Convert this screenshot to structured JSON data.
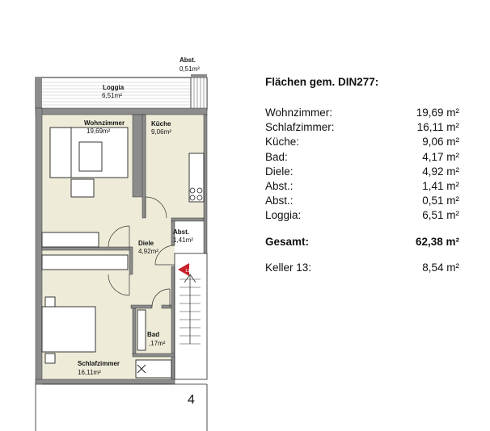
{
  "plan": {
    "rooms": [
      {
        "id": "abst-top",
        "name": "Abst.",
        "area": "0,51m²"
      },
      {
        "id": "loggia",
        "name": "Loggia",
        "area": "6,51m²"
      },
      {
        "id": "wohnzimmer",
        "name": "Wohnzimmer",
        "area": "19,69m²"
      },
      {
        "id": "kueche",
        "name": "Küche",
        "area": "9,06m²"
      },
      {
        "id": "abst-mid",
        "name": "Abst.",
        "area": "1,41m²"
      },
      {
        "id": "diele",
        "name": "Diele",
        "area": "4,92m²"
      },
      {
        "id": "bad",
        "name": "Bad",
        "area": ",17m²"
      },
      {
        "id": "schlafzimmer",
        "name": "Schlafzimmer",
        "area": "16,11m²"
      }
    ],
    "unit_number": "4",
    "marker_number": "11"
  },
  "areas_table": {
    "title": "Flächen gem. DIN277:",
    "rows": [
      {
        "label": "Wohnzimmer:",
        "value": "19,69 m²"
      },
      {
        "label": "Schlafzimmer:",
        "value": "16,11 m²"
      },
      {
        "label": "Küche:",
        "value": "9,06 m²"
      },
      {
        "label": "Bad:",
        "value": "4,17 m²"
      },
      {
        "label": "Diele:",
        "value": "4,92 m²"
      },
      {
        "label": "Abst.:",
        "value": "1,41 m²"
      },
      {
        "label": "Abst.:",
        "value": "0,51 m²"
      },
      {
        "label": "Loggia:",
        "value": "6,51 m²"
      }
    ],
    "total": {
      "label": "Gesamt:",
      "value": "62,38 m²"
    },
    "keller": {
      "label": "Keller 13:",
      "value": "8,54 m²"
    }
  },
  "colors": {
    "floor": "#eeecd9",
    "wall": "#8c8c8c",
    "line": "#222222",
    "marker": "#c8202a"
  }
}
